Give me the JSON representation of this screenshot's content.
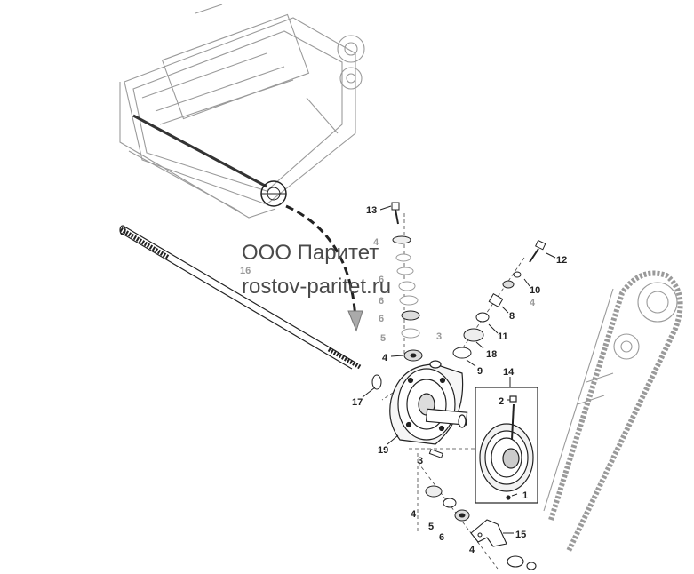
{
  "watermark": {
    "line1": "ООО Паритет",
    "line2": "rostov-paritet.ru"
  },
  "callouts": {
    "c1": "1",
    "c2": "2",
    "c3a": "3",
    "c3b": "3",
    "c4a": "4",
    "c4b": "4",
    "c4c": "4",
    "c4d": "4",
    "c4e": "4",
    "c5a": "5",
    "c5b": "5",
    "c6a": "6",
    "c6b": "6",
    "c6c": "6",
    "c8": "8",
    "c9": "9",
    "c10": "10",
    "c11": "11",
    "c12": "12",
    "c13": "13",
    "c14": "14",
    "c15": "15",
    "c16": "16",
    "c17": "17",
    "c18": "18",
    "c19": "19"
  },
  "colors": {
    "line": "#222222",
    "faded": "#9a9a9a",
    "background": "#ffffff"
  }
}
